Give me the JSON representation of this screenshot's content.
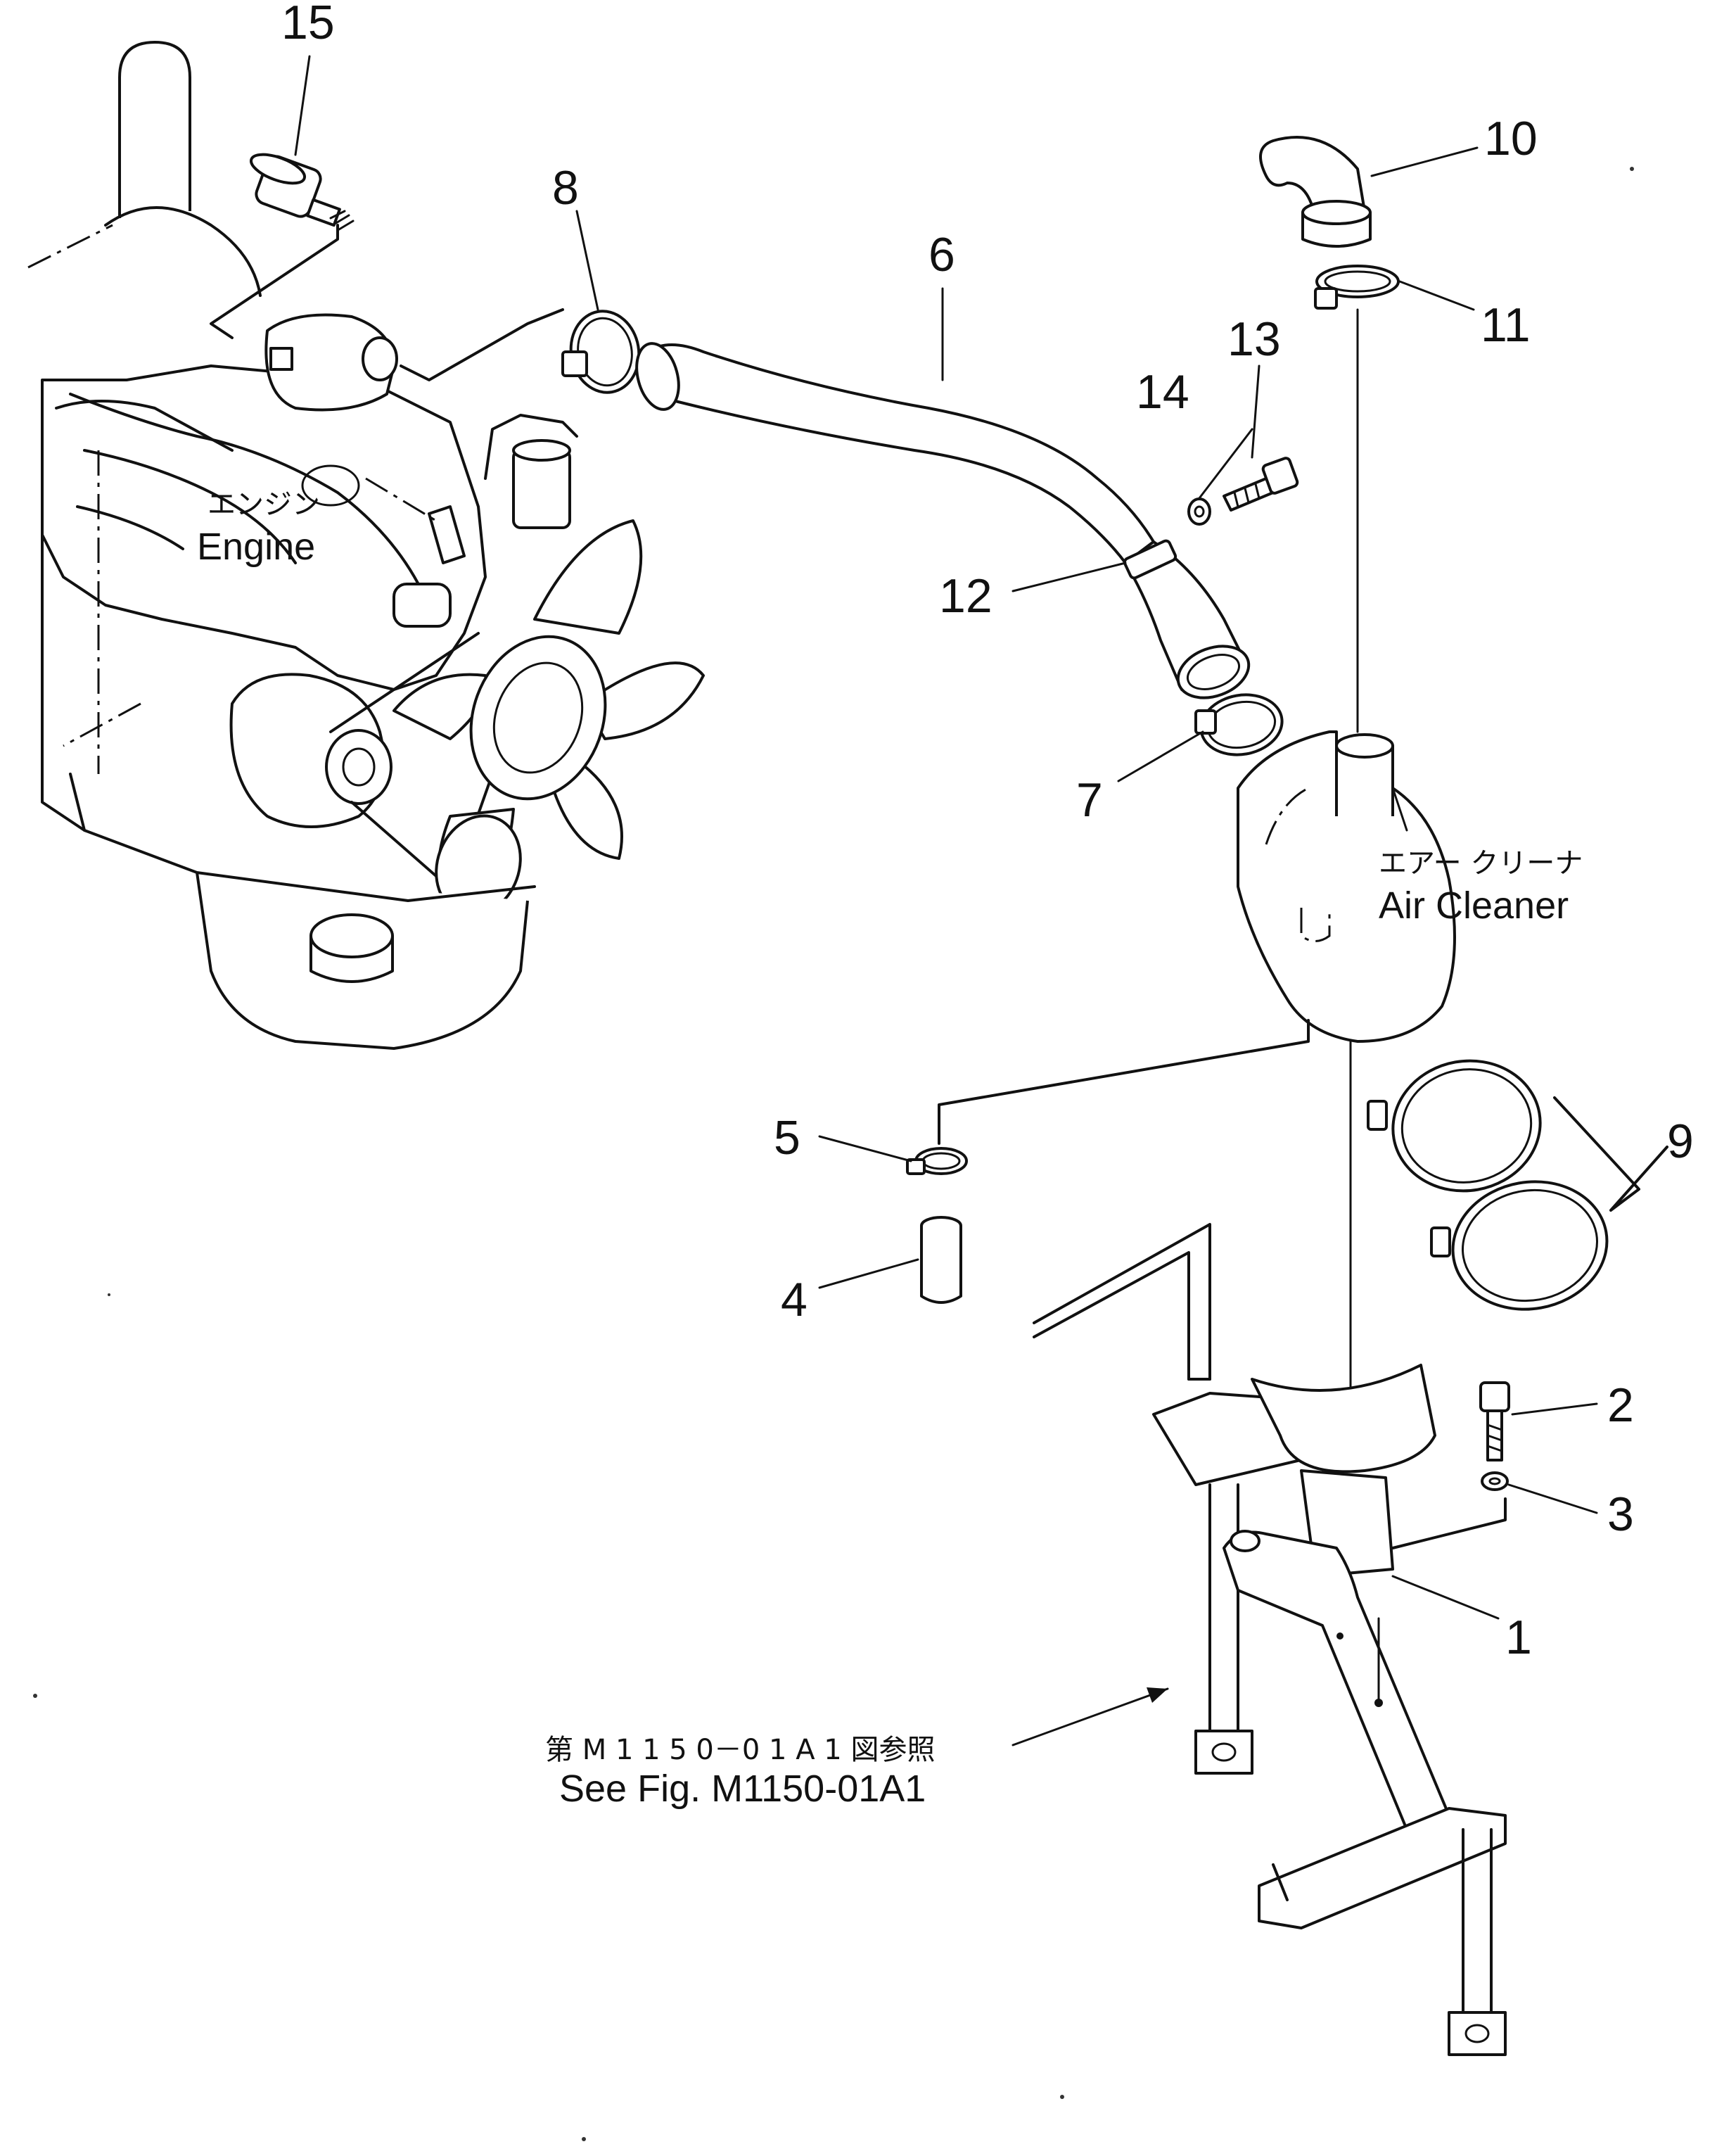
{
  "callouts": {
    "p1": "1",
    "p2": "2",
    "p3": "3",
    "p4": "4",
    "p5": "5",
    "p6": "6",
    "p7": "7",
    "p8": "8",
    "p9": "9",
    "p10": "10",
    "p11": "11",
    "p12": "12",
    "p13": "13",
    "p14": "14",
    "p15": "15"
  },
  "labels": {
    "engine_jp": "エンジン",
    "engine_en": "Engine",
    "air_cleaner_jp": "エアー クリーナ",
    "air_cleaner_en": "Air Cleaner",
    "ref_jp": "第 M 1 1 5 0－0 1 A 1 図参照",
    "ref_en": "See Fig. M1150-01A1"
  }
}
